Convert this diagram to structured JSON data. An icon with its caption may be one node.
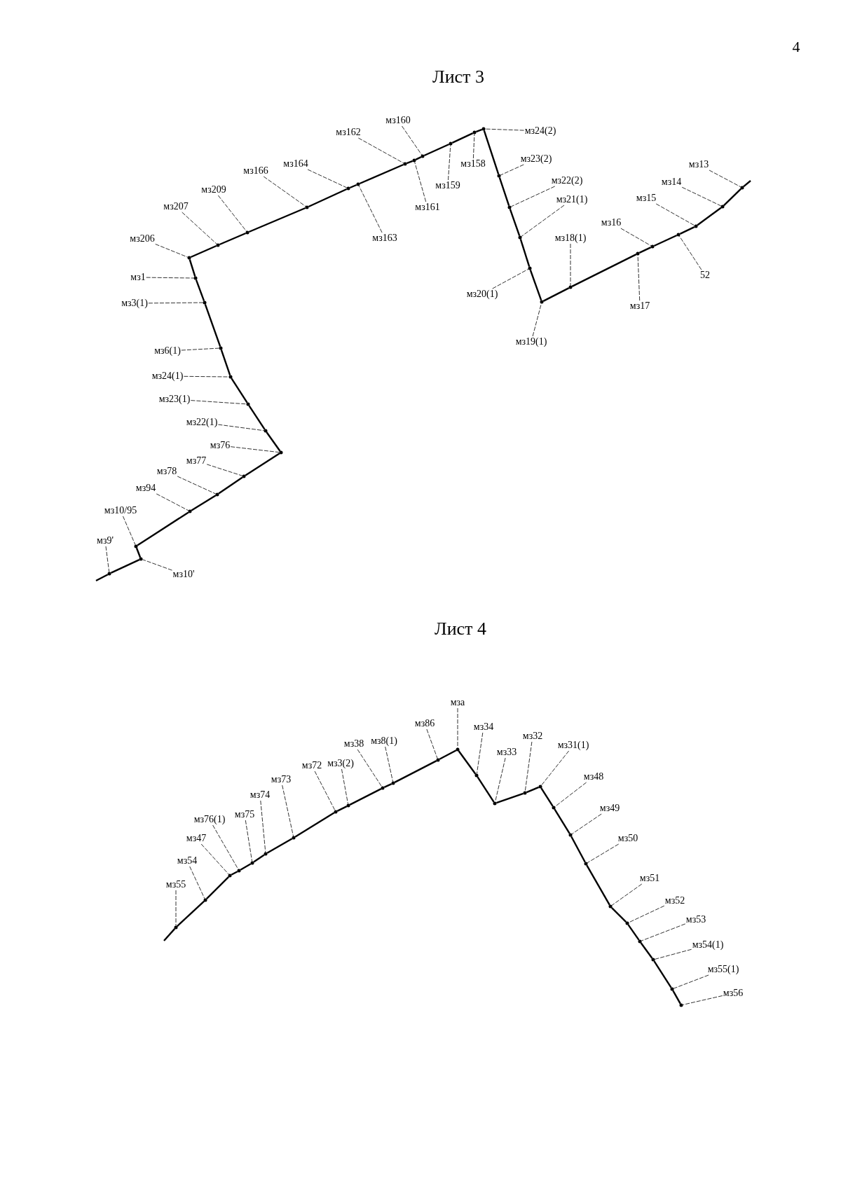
{
  "diagram": {
    "nodes": [
      {
        "text": [
          "мз9'"
        ]
      },
      {
        "text": [],
        "shape": "dot"
      },
      {
        "text": [
          "мз10'"
        ]
      },
      {
        "text": [],
        "shape": "dot"
      },
      {
        "text": [
          "мз10/95"
        ]
      },
      {
        "text": [],
        "shape": "dot"
      },
      {
        "text": [
          "мз94"
        ]
      },
      {
        "text": [],
        "shape": "dot"
      },
      {
        "text": [
          "мз78"
        ]
      },
      {
        "text": [],
        "shape": "dot"
      },
      {
        "text": [
          "мз77"
        ]
      },
      {
        "text": [],
        "shape": "dot"
      },
      {
        "text": [
          "мз76"
        ]
      },
      {
        "text": [],
        "shape": "dot"
      },
      {
        "text": [
          "мз22(1)"
        ]
      },
      {
        "text": [],
        "shape": "dot"
      },
      {
        "text": [
          "мз23(1)"
        ]
      },
      {
        "text": [],
        "shape": "dot"
      },
      {
        "text": [
          "мз24(1)"
        ]
      },
      {
        "text": [],
        "shape": "dot"
      },
      {
        "text": [
          "мз6(1)"
        ]
      },
      {
        "text": [],
        "shape": "dot"
      },
      {
        "text": [
          "мз3(1)"
        ]
      },
      {
        "text": [],
        "shape": "dot"
      },
      {
        "text": [
          "мз1"
        ]
      },
      {
        "text": [],
        "shape": "dot"
      },
      {
        "text": [
          "мз206"
        ]
      },
      {
        "text": [],
        "shape": "dot"
      },
      {
        "text": [
          "мз207"
        ]
      },
      {
        "text": [],
        "shape": "dot"
      },
      {
        "text": [
          "мз209"
        ]
      },
      {
        "text": [],
        "shape": "dot"
      },
      {
        "text": [
          "мз166"
        ]
      },
      {
        "text": [],
        "shape": "dot"
      },
      {
        "text": [
          "мз164"
        ]
      },
      {
        "text": [],
        "shape": "dot"
      },
      {
        "text": [
          "мз163"
        ]
      },
      {
        "text": [],
        "shape": "dot"
      },
      {
        "text": [
          "мз162"
        ]
      },
      {
        "text": [],
        "shape": "dot"
      },
      {
        "text": [
          "мз161"
        ]
      },
      {
        "text": [],
        "shape": "dot"
      },
      {
        "text": [
          "мз160"
        ]
      },
      {
        "text": [],
        "shape": "dot"
      },
      {
        "text": [
          "мз159"
        ]
      },
      {
        "text": [],
        "shape": "dot"
      },
      {
        "text": [
          "мз158"
        ]
      },
      {
        "text": [],
        "shape": "dot"
      },
      {
        "text": [
          "мз24(2)"
        ]
      },
      {
        "text": [],
        "shape": "dot"
      },
      {
        "text": [
          "мз23(2)"
        ]
      },
      {
        "text": [],
        "shape": "dot"
      },
      {
        "text": [
          "мз22(2)"
        ]
      },
      {
        "text": [],
        "shape": "dot"
      },
      {
        "text": [
          "мз21(1)"
        ]
      },
      {
        "text": [],
        "shape": "dot"
      },
      {
        "text": [
          "мз20(1)"
        ]
      },
      {
        "text": [],
        "shape": "dot"
      },
      {
        "text": [
          "мз19(1)"
        ]
      },
      {
        "text": [],
        "shape": "dot"
      },
      {
        "text": [
          "мз18(1)"
        ]
      },
      {
        "text": [],
        "shape": "dot"
      },
      {
        "text": [
          "мз17"
        ]
      },
      {
        "text": [],
        "shape": "dot"
      },
      {
        "text": [
          "мз16"
        ]
      },
      {
        "text": [],
        "shape": "dot"
      },
      {
        "text": [
          "52"
        ]
      },
      {
        "text": [],
        "shape": "dot"
      },
      {
        "text": [
          "мз15"
        ]
      },
      {
        "text": [],
        "shape": "dot"
      },
      {
        "text": [
          "мз14"
        ]
      },
      {
        "text": [],
        "shape": "dot"
      },
      {
        "text": [
          "мз13"
        ]
      },
      {
        "text": [],
        "shape": "dot"
      },
      {
        "text": [
          "мз55"
        ]
      },
      {
        "text": [],
        "shape": "dot"
      },
      {
        "text": [
          "мз54"
        ]
      },
      {
        "text": [],
        "shape": "dot"
      },
      {
        "text": [
          "мз47"
        ]
      },
      {
        "text": [],
        "shape": "dot"
      },
      {
        "text": [
          "мз76(1)"
        ]
      },
      {
        "text": [],
        "shape": "dot"
      },
      {
        "text": [
          "мз75"
        ]
      },
      {
        "text": [],
        "shape": "dot"
      },
      {
        "text": [
          "мз74"
        ]
      },
      {
        "text": [],
        "shape": "dot"
      },
      {
        "text": [
          "мз73"
        ]
      },
      {
        "text": [],
        "shape": "dot"
      },
      {
        "text": [
          "мз72"
        ]
      },
      {
        "text": [],
        "shape": "dot"
      },
      {
        "text": [
          "мз3(2)"
        ]
      },
      {
        "text": [],
        "shape": "dot"
      },
      {
        "text": [
          "мз38"
        ]
      },
      {
        "text": [],
        "shape": "dot"
      },
      {
        "text": [
          "мз8(1)"
        ]
      },
      {
        "text": [],
        "shape": "dot"
      },
      {
        "text": [
          "мз86"
        ]
      },
      {
        "text": [],
        "shape": "dot"
      },
      {
        "text": [
          "мза"
        ]
      },
      {
        "text": [],
        "shape": "dot"
      },
      {
        "text": [
          "мз34"
        ]
      },
      {
        "text": [],
        "shape": "dot"
      },
      {
        "text": [
          "мз33"
        ]
      },
      {
        "text": [],
        "shape": "dot"
      },
      {
        "text": [
          "мз32"
        ]
      },
      {
        "text": [],
        "shape": "dot"
      },
      {
        "text": [
          "мз31(1)"
        ]
      },
      {
        "text": [],
        "shape": "dot"
      },
      {
        "text": [
          "мз48"
        ]
      },
      {
        "text": [],
        "shape": "dot"
      },
      {
        "text": [
          "мз49"
        ]
      },
      {
        "text": [],
        "shape": "dot"
      },
      {
        "text": [
          "мз50"
        ]
      },
      {
        "text": [],
        "shape": "dot"
      },
      {
        "text": [
          "мз51"
        ]
      },
      {
        "text": [],
        "shape": "dot"
      },
      {
        "text": [
          "мз52"
        ]
      },
      {
        "text": [],
        "shape": "dot"
      },
      {
        "text": [
          "мз53"
        ]
      },
      {
        "text": [],
        "shape": "dot"
      },
      {
        "text": [
          "мз54(1)"
        ]
      },
      {
        "text": [],
        "shape": "dot"
      },
      {
        "text": [
          "мз55(1)"
        ]
      },
      {
        "text": [],
        "shape": "dot"
      },
      {
        "text": [
          "мз56"
        ]
      },
      {
        "text": [],
        "shape": "dot"
      }
    ],
    "edges": [
      {
        "from": 0,
        "to": 1,
        "arrow": "none",
        "style": "dashed"
      },
      {
        "from": 2,
        "to": 3,
        "arrow": "none",
        "style": "dashed"
      },
      {
        "from": 4,
        "to": 5,
        "arrow": "none",
        "style": "dashed"
      },
      {
        "from": 6,
        "to": 7,
        "arrow": "none",
        "style": "dashed"
      },
      {
        "from": 8,
        "to": 9,
        "arrow": "none",
        "style": "dashed"
      },
      {
        "from": 10,
        "to": 11,
        "arrow": "none",
        "style": "dashed"
      },
      {
        "from": 12,
        "to": 13,
        "arrow": "none",
        "style": "dashed"
      },
      {
        "from": 14,
        "to": 15,
        "arrow": "none",
        "style": "dashed"
      },
      {
        "from": 16,
        "to": 17,
        "arrow": "none",
        "style": "dashed"
      },
      {
        "from": 18,
        "to": 19,
        "arrow": "none",
        "style": "dashed"
      },
      {
        "from": 20,
        "to": 21,
        "arrow": "none",
        "style": "dashed"
      },
      {
        "from": 22,
        "to": 23,
        "arrow": "none",
        "style": "dashed"
      },
      {
        "from": 24,
        "to": 25,
        "arrow": "none",
        "style": "dashed"
      },
      {
        "from": 26,
        "to": 27,
        "arrow": "none",
        "style": "dashed"
      },
      {
        "from": 28,
        "to": 29,
        "arrow": "none",
        "style": "dashed"
      },
      {
        "from": 30,
        "to": 31,
        "arrow": "none",
        "style": "dashed"
      },
      {
        "from": 32,
        "to": 33,
        "arrow": "none",
        "style": "dashed"
      },
      {
        "from": 34,
        "to": 35,
        "arrow": "none",
        "style": "dashed"
      },
      {
        "from": 36,
        "to": 37,
        "arrow": "none",
        "style": "dashed"
      },
      {
        "from": 38,
        "to": 39,
        "arrow": "none",
        "style": "dashed"
      },
      {
        "from": 40,
        "to": 41,
        "arrow": "none",
        "style": "dashed"
      },
      {
        "from": 42,
        "to": 43,
        "arrow": "none",
        "style": "dashed"
      },
      {
        "from": 44,
        "to": 45,
        "arrow": "none",
        "style": "dashed"
      },
      {
        "from": 46,
        "to": 47,
        "arrow": "none",
        "style": "dashed"
      },
      {
        "from": 48,
        "to": 49,
        "arrow": "none",
        "style": "dashed"
      },
      {
        "from": 50,
        "to": 51,
        "arrow": "none",
        "style": "dashed"
      },
      {
        "from": 52,
        "to": 53,
        "arrow": "none",
        "style": "dashed"
      },
      {
        "from": 54,
        "to": 55,
        "arrow": "none",
        "style": "dashed"
      },
      {
        "from": 56,
        "to": 57,
        "arrow": "none",
        "style": "dashed"
      },
      {
        "from": 58,
        "to": 59,
        "arrow": "none",
        "style": "dashed"
      },
      {
        "from": 60,
        "to": 61,
        "arrow": "none",
        "style": "dashed"
      },
      {
        "from": 62,
        "to": 63,
        "arrow": "none",
        "style": "dashed"
      },
      {
        "from": 64,
        "to": 65,
        "arrow": "none",
        "style": "dashed"
      },
      {
        "from": 66,
        "to": 67,
        "arrow": "none",
        "style": "dashed"
      },
      {
        "from": 68,
        "to": 69,
        "arrow": "none",
        "style": "dashed"
      },
      {
        "from": 70,
        "to": 71,
        "arrow": "none",
        "style": "dashed"
      },
      {
        "from": 72,
        "to": 73,
        "arrow": "none",
        "style": "dashed"
      },
      {
        "from": 74,
        "to": 75,
        "arrow": "none",
        "style": "dashed"
      },
      {
        "from": 76,
        "to": 77,
        "arrow": "none",
        "style": "dashed"
      },
      {
        "from": 78,
        "to": 79,
        "arrow": "none",
        "style": "dashed"
      },
      {
        "from": 80,
        "to": 81,
        "arrow": "none",
        "style": "dashed"
      },
      {
        "from": 82,
        "to": 83,
        "arrow": "none",
        "style": "dashed"
      },
      {
        "from": 84,
        "to": 85,
        "arrow": "none",
        "style": "dashed"
      },
      {
        "from": 86,
        "to": 87,
        "arrow": "none",
        "style": "dashed"
      },
      {
        "from": 88,
        "to": 89,
        "arrow": "none",
        "style": "dashed"
      },
      {
        "from": 90,
        "to": 91,
        "arrow": "none",
        "style": "dashed"
      },
      {
        "from": 92,
        "to": 93,
        "arrow": "none",
        "style": "dashed"
      },
      {
        "from": 94,
        "to": 95,
        "arrow": "none",
        "style": "dashed"
      },
      {
        "from": 96,
        "to": 97,
        "arrow": "none",
        "style": "dashed"
      },
      {
        "from": 98,
        "to": 99,
        "arrow": "none",
        "style": "dashed"
      },
      {
        "from": 100,
        "to": 101,
        "arrow": "none",
        "style": "dashed"
      },
      {
        "from": 102,
        "to": 103,
        "arrow": "none",
        "style": "dashed"
      },
      {
        "from": 104,
        "to": 105,
        "arrow": "none",
        "style": "dashed"
      },
      {
        "from": 106,
        "to": 107,
        "arrow": "none",
        "style": "dashed"
      },
      {
        "from": 108,
        "to": 109,
        "arrow": "none",
        "style": "dashed"
      },
      {
        "from": 110,
        "to": 111,
        "arrow": "none",
        "style": "dashed"
      },
      {
        "from": 112,
        "to": 113,
        "arrow": "none",
        "style": "dashed"
      },
      {
        "from": 114,
        "to": 115,
        "arrow": "none",
        "style": "dashed"
      },
      {
        "from": 116,
        "to": 117,
        "arrow": "none",
        "style": "dashed"
      },
      {
        "from": 118,
        "to": 119,
        "arrow": "none",
        "style": "dashed"
      },
      {
        "from": 120,
        "to": 121,
        "arrow": "none",
        "style": "dashed"
      },
      {
        "from": 122,
        "to": 123,
        "arrow": "none",
        "style": "dashed"
      },
      {
        "from": 124,
        "to": 125,
        "arrow": "none",
        "style": "dashed"
      },
      {
        "from": 1,
        "to": null,
        "arrow": "none"
      },
      {
        "from": 1,
        "to": 3,
        "arrow": "none"
      },
      {
        "from": 3,
        "to": 5,
        "arrow": "none"
      },
      {
        "from": 5,
        "to": 7,
        "arrow": "none"
      },
      {
        "from": 7,
        "to": 9,
        "arrow": "none"
      },
      {
        "from": 9,
        "to": 11,
        "arrow": "none"
      },
      {
        "from": 11,
        "to": 13,
        "arrow": "none"
      },
      {
        "from": 13,
        "to": 15,
        "arrow": "none"
      },
      {
        "from": 15,
        "to": 17,
        "arrow": "none"
      },
      {
        "from": 17,
        "to": 19,
        "arrow": "none"
      },
      {
        "from": 19,
        "to": 21,
        "arrow": "none"
      },
      {
        "from": 21,
        "to": 23,
        "arrow": "none"
      },
      {
        "from": 23,
        "to": 25,
        "arrow": "none"
      },
      {
        "from": 25,
        "to": 27,
        "arrow": "none"
      },
      {
        "from": 27,
        "to": 29,
        "arrow": "none"
      },
      {
        "from": 29,
        "to": 31,
        "arrow": "none"
      },
      {
        "from": 31,
        "to": 33,
        "arrow": "none"
      },
      {
        "from": 33,
        "to": 35,
        "arrow": "none"
      },
      {
        "from": 35,
        "to": 37,
        "arrow": "none"
      },
      {
        "from": 37,
        "to": 39,
        "arrow": "none"
      },
      {
        "from": 39,
        "to": 41,
        "arrow": "none"
      },
      {
        "from": 41,
        "to": 43,
        "arrow": "none"
      },
      {
        "from": 43,
        "to": 45,
        "arrow": "none"
      },
      {
        "from": 45,
        "to": 47,
        "arrow": "none"
      },
      {
        "from": 47,
        "to": 49,
        "arrow": "none"
      },
      {
        "from": 49,
        "to": 51,
        "arrow": "none"
      },
      {
        "from": 51,
        "to": 53,
        "arrow": "none"
      },
      {
        "from": 53,
        "to": 55,
        "arrow": "none"
      },
      {
        "from": 55,
        "to": 57,
        "arrow": "none"
      },
      {
        "from": 57,
        "to": 59,
        "arrow": "none"
      },
      {
        "from": 59,
        "to": 61,
        "arrow": "none"
      },
      {
        "from": 61,
        "to": 63,
        "arrow": "none"
      },
      {
        "from": 63,
        "to": 65,
        "arrow": "none"
      },
      {
        "from": 65,
        "to": 67,
        "arrow": "none"
      },
      {
        "from": 67,
        "to": 69,
        "arrow": "none"
      },
      {
        "from": 69,
        "to": 71,
        "arrow": "none"
      },
      {
        "from": 71,
        "to": 73,
        "arrow": "none"
      },
      {
        "from": 73,
        "to": null,
        "arrow": "none"
      },
      {
        "from": 75,
        "to": null,
        "arrow": "none"
      },
      {
        "from": 75,
        "to": 77,
        "arrow": "none"
      },
      {
        "from": 77,
        "to": 79,
        "arrow": "none"
      },
      {
        "from": 79,
        "to": 81,
        "arrow": "none"
      },
      {
        "from": 81,
        "to": 83,
        "arrow": "none"
      },
      {
        "from": 83,
        "to": 85,
        "arrow": "none"
      },
      {
        "from": 85,
        "to": 87,
        "arrow": "none"
      },
      {
        "from": 87,
        "to": 89,
        "arrow": "none"
      },
      {
        "from": 89,
        "to": 91,
        "arrow": "none"
      },
      {
        "from": 91,
        "to": 93,
        "arrow": "none"
      },
      {
        "from": 93,
        "to": 95,
        "arrow": "none"
      },
      {
        "from": 95,
        "to": 97,
        "arrow": "none"
      },
      {
        "from": 97,
        "to": 99,
        "arrow": "none"
      },
      {
        "from": 99,
        "to": 101,
        "arrow": "none"
      },
      {
        "from": 101,
        "to": 103,
        "arrow": "none"
      },
      {
        "from": 103,
        "to": 105,
        "arrow": "none"
      },
      {
        "from": 105,
        "to": 107,
        "arrow": "none"
      },
      {
        "from": 107,
        "to": 109,
        "arrow": "none"
      },
      {
        "from": 109,
        "to": 111,
        "arrow": "none"
      },
      {
        "from": 111,
        "to": 113,
        "arrow": "none"
      },
      {
        "from": 113,
        "to": 115,
        "arrow": "none"
      },
      {
        "from": 115,
        "to": 117,
        "arrow": "none"
      },
      {
        "from": 117,
        "to": 119,
        "arrow": "none"
      },
      {
        "from": 119,
        "to": 121,
        "arrow": "none"
      },
      {
        "from": 121,
        "to": 123,
        "arrow": "none"
      },
      {
        "from": 123,
        "to": 125,
        "arrow": "none"
      }
    ],
    "labels": [
      "4",
      "Лист 3",
      "Лист 4"
    ]
  }
}
